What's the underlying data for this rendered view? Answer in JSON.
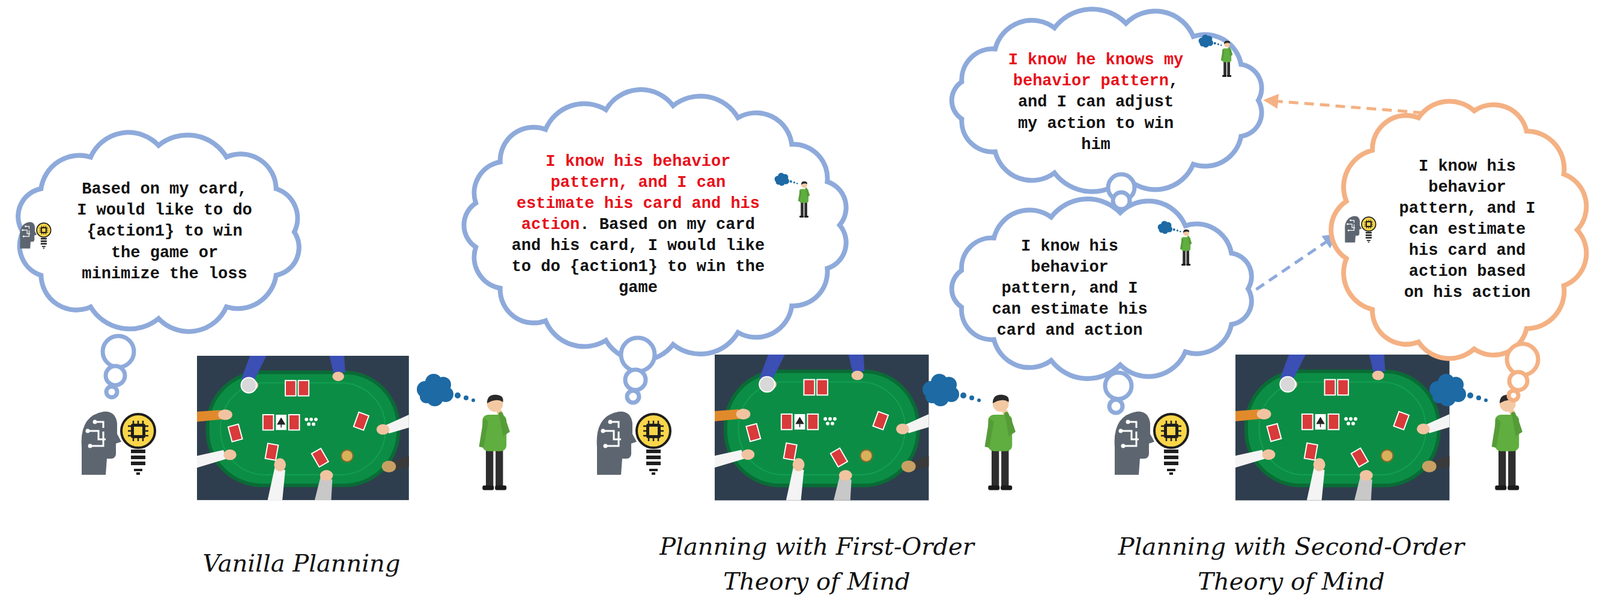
{
  "diagram": {
    "nodes": [
      {
        "text": [
          "Based on my card, I would like to do {action1} to win the game or minimize the loss"
        ]
      },
      {
        "text": [
          "I know his behavior pattern, and I can estimate his card and his action",
          ". Based on my card and his card, I would like to do {action1} to win the game"
        ]
      },
      {
        "text": [
          "I know he knows my behavior pattern",
          ", and I can adjust my action to win him"
        ]
      },
      {
        "text": [
          "I know his behavior pattern, and I can estimate his card and action"
        ]
      },
      {
        "text": [
          "I know his behavior pattern, and I can estimate his card and action based on his action"
        ]
      }
    ],
    "edges": [
      {
        "from": 3,
        "to": 4,
        "arrow": "to"
      },
      {
        "from": 4,
        "to": 2,
        "arrow": "to"
      }
    ],
    "labels": [
      "Vanilla Planning",
      "Planning with First-Order Theory of Mind",
      "Planning with Second-Order Theory of Mind"
    ]
  }
}
